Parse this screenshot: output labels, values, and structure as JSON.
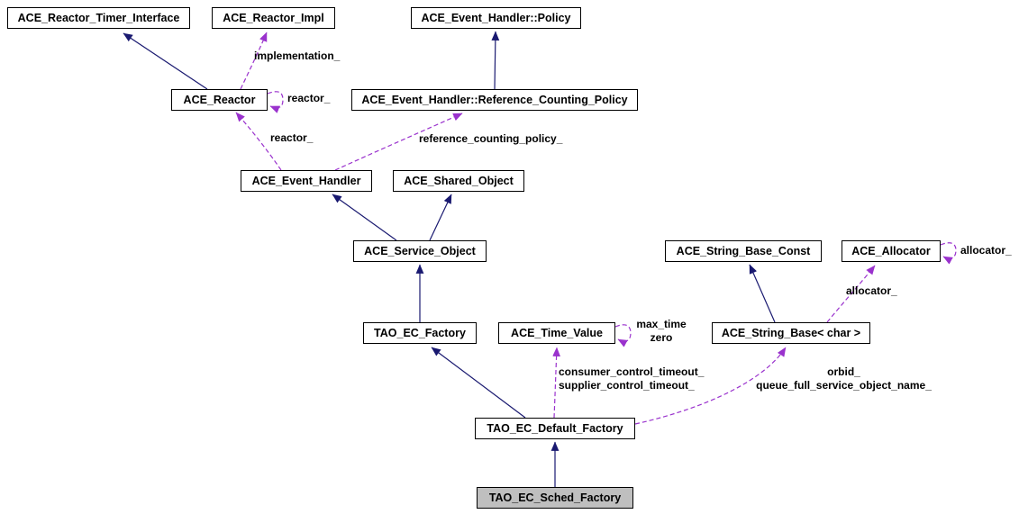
{
  "diagram": {
    "type": "class-collaboration-diagram",
    "colors": {
      "inheritance_edge": "#191970",
      "usage_edge": "#9a32cd",
      "node_background": "#ffffff",
      "node_border": "#000000",
      "highlighted_node_background": "#bfbfbf",
      "text": "#000000"
    },
    "nodes": [
      {
        "id": "ACE_Reactor_Timer_Interface",
        "label": "ACE_Reactor_Timer_Interface",
        "highlighted": false
      },
      {
        "id": "ACE_Reactor_Impl",
        "label": "ACE_Reactor_Impl",
        "highlighted": false
      },
      {
        "id": "ACE_Event_Handler_Policy",
        "label": "ACE_Event_Handler::Policy",
        "highlighted": false
      },
      {
        "id": "ACE_Reactor",
        "label": "ACE_Reactor",
        "highlighted": false
      },
      {
        "id": "ACE_Event_Handler_Reference_Counting_Policy",
        "label": "ACE_Event_Handler::Reference_Counting_Policy",
        "highlighted": false
      },
      {
        "id": "ACE_Event_Handler",
        "label": "ACE_Event_Handler",
        "highlighted": false
      },
      {
        "id": "ACE_Shared_Object",
        "label": "ACE_Shared_Object",
        "highlighted": false
      },
      {
        "id": "ACE_Service_Object",
        "label": "ACE_Service_Object",
        "highlighted": false
      },
      {
        "id": "TAO_EC_Factory",
        "label": "TAO_EC_Factory",
        "highlighted": false
      },
      {
        "id": "ACE_Time_Value",
        "label": "ACE_Time_Value",
        "highlighted": false
      },
      {
        "id": "ACE_String_Base_Const",
        "label": "ACE_String_Base_Const",
        "highlighted": false
      },
      {
        "id": "ACE_Allocator",
        "label": "ACE_Allocator",
        "highlighted": false
      },
      {
        "id": "ACE_String_Base_char",
        "label": "ACE_String_Base< char >",
        "highlighted": false
      },
      {
        "id": "TAO_EC_Default_Factory",
        "label": "TAO_EC_Default_Factory",
        "highlighted": false
      },
      {
        "id": "TAO_EC_Sched_Factory",
        "label": "TAO_EC_Sched_Factory",
        "highlighted": true
      }
    ],
    "edges": [
      {
        "from": "ACE_Reactor",
        "to": "ACE_Reactor_Timer_Interface",
        "type": "inheritance",
        "label": ""
      },
      {
        "from": "ACE_Reactor",
        "to": "ACE_Reactor_Impl",
        "type": "usage",
        "label": "implementation_"
      },
      {
        "from": "ACE_Event_Handler_Reference_Counting_Policy",
        "to": "ACE_Event_Handler_Policy",
        "type": "inheritance",
        "label": ""
      },
      {
        "from": "ACE_Reactor",
        "to": "ACE_Reactor",
        "type": "usage",
        "label": "reactor_"
      },
      {
        "from": "ACE_Event_Handler",
        "to": "ACE_Reactor",
        "type": "usage",
        "label": "reactor_"
      },
      {
        "from": "ACE_Event_Handler",
        "to": "ACE_Event_Handler_Reference_Counting_Policy",
        "type": "usage",
        "label": "reference_counting_policy_"
      },
      {
        "from": "ACE_Service_Object",
        "to": "ACE_Event_Handler",
        "type": "inheritance",
        "label": ""
      },
      {
        "from": "ACE_Service_Object",
        "to": "ACE_Shared_Object",
        "type": "inheritance",
        "label": ""
      },
      {
        "from": "TAO_EC_Factory",
        "to": "ACE_Service_Object",
        "type": "inheritance",
        "label": ""
      },
      {
        "from": "TAO_EC_Default_Factory",
        "to": "TAO_EC_Factory",
        "type": "inheritance",
        "label": ""
      },
      {
        "from": "TAO_EC_Default_Factory",
        "to": "ACE_Time_Value",
        "type": "usage",
        "label": "consumer_control_timeout_\nsupplier_control_timeout_"
      },
      {
        "from": "ACE_Time_Value",
        "to": "ACE_Time_Value",
        "type": "usage",
        "label": "max_time\nzero"
      },
      {
        "from": "TAO_EC_Default_Factory",
        "to": "ACE_String_Base_char",
        "type": "usage",
        "label": "orbid_\nqueue_full_service_object_name_"
      },
      {
        "from": "ACE_String_Base_char",
        "to": "ACE_String_Base_Const",
        "type": "inheritance",
        "label": ""
      },
      {
        "from": "ACE_String_Base_char",
        "to": "ACE_Allocator",
        "type": "usage",
        "label": "allocator_"
      },
      {
        "from": "ACE_Allocator",
        "to": "ACE_Allocator",
        "type": "usage",
        "label": "allocator_"
      },
      {
        "from": "TAO_EC_Sched_Factory",
        "to": "TAO_EC_Default_Factory",
        "type": "inheritance",
        "label": ""
      }
    ]
  }
}
